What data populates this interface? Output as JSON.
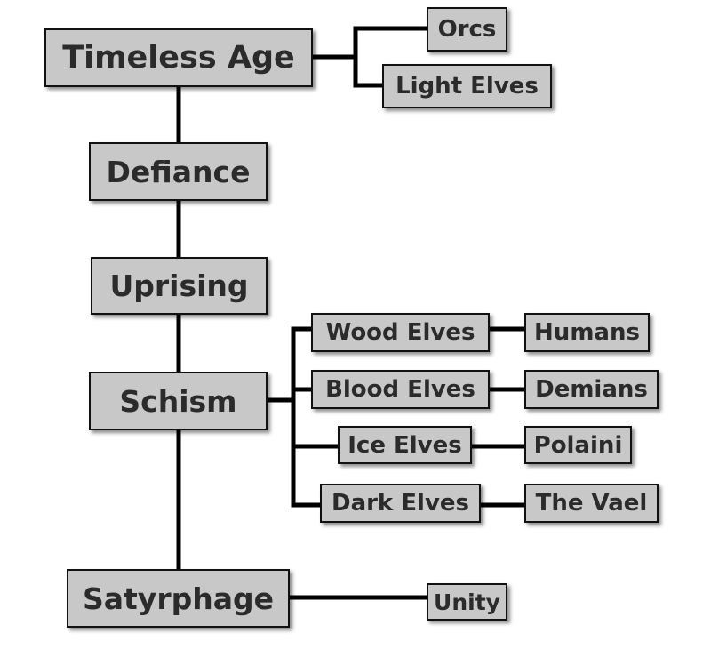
{
  "nodes": {
    "timeless_age": "Timeless Age",
    "orcs": "Orcs",
    "light_elves": "Light Elves",
    "defiance": "Defiance",
    "uprising": "Uprising",
    "schism": "Schism",
    "wood_elves": "Wood Elves",
    "blood_elves": "Blood Elves",
    "ice_elves": "Ice Elves",
    "dark_elves": "Dark Elves",
    "humans": "Humans",
    "demians": "Demians",
    "polaini": "Polaini",
    "the_vael": "The Vael",
    "satyrphage": "Satyrphage",
    "unity": "Unity"
  },
  "edges": [
    [
      "timeless_age",
      "orcs"
    ],
    [
      "timeless_age",
      "light_elves"
    ],
    [
      "timeless_age",
      "defiance"
    ],
    [
      "defiance",
      "uprising"
    ],
    [
      "uprising",
      "schism"
    ],
    [
      "schism",
      "wood_elves"
    ],
    [
      "schism",
      "blood_elves"
    ],
    [
      "schism",
      "ice_elves"
    ],
    [
      "schism",
      "dark_elves"
    ],
    [
      "wood_elves",
      "humans"
    ],
    [
      "blood_elves",
      "demians"
    ],
    [
      "ice_elves",
      "polaini"
    ],
    [
      "dark_elves",
      "the_vael"
    ],
    [
      "schism",
      "satyrphage"
    ],
    [
      "satyrphage",
      "unity"
    ]
  ],
  "colors": {
    "box_fill": "#c8c8c8",
    "box_border": "#111111",
    "text": "#2b2b2b",
    "connector": "#000000",
    "background": "#ffffff"
  }
}
